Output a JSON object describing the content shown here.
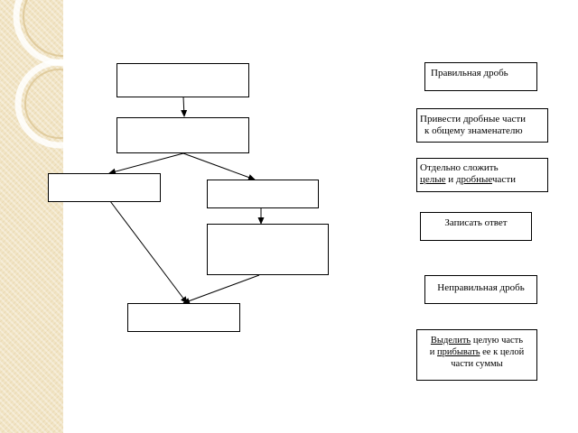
{
  "colors": {
    "stripe_bg": "#f1e4c4",
    "line": "#000000",
    "box_border": "#000000"
  },
  "labels": {
    "proper_fraction": "Правильная дробь",
    "bring_common_denominator_1": "Привести дробные части",
    "bring_common_denominator_2": "к общему знаменателю",
    "add_separately_1": "Отдельно сложить",
    "add_whole": "целые",
    "add_and": "и",
    "add_fractional": "дробные",
    "add_parts": "части",
    "write_answer": "Записать ответ",
    "improper_fraction": "Неправильная дробь",
    "extract": "Выделить",
    "whole_part": "целую часть",
    "and": "и",
    "add_to": "прибывать",
    "to_whole_sum": "ее к целой части суммы"
  }
}
